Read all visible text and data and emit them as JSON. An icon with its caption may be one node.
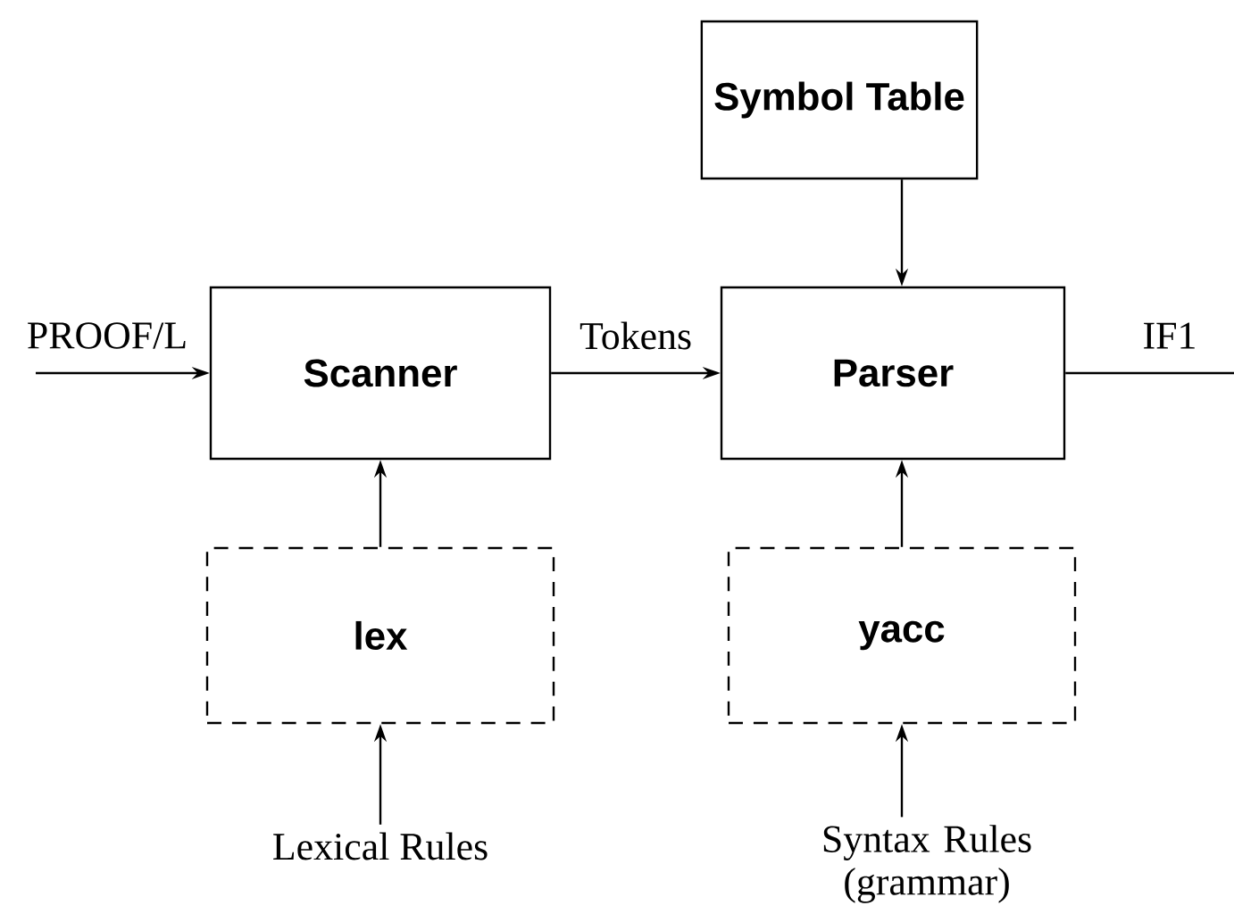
{
  "diagram": {
    "nodes": [
      {
        "text": [
          "Symbol Table"
        ]
      },
      {
        "text": [
          "Scanner"
        ]
      },
      {
        "text": [
          "Parser"
        ]
      },
      {
        "text": [
          "lex"
        ]
      },
      {
        "text": [
          "yacc"
        ]
      },
      {
        "text": [
          "Lexical Rules"
        ]
      },
      {
        "text": [
          "Syntax Rules (grammar)"
        ]
      }
    ],
    "edges": [
      {
        "from": null,
        "to": 1,
        "arrow": "to",
        "label": "PROOF/L"
      },
      {
        "from": 1,
        "to": 2,
        "arrow": "to",
        "label": "Tokens"
      },
      {
        "from": 2,
        "to": null,
        "arrow": "none",
        "label": "IF1"
      },
      {
        "from": 0,
        "to": 2,
        "arrow": "to"
      },
      {
        "from": 3,
        "to": 1,
        "arrow": "to"
      },
      {
        "from": 4,
        "to": 2,
        "arrow": "to"
      },
      {
        "from": 5,
        "to": 3,
        "arrow": "to"
      },
      {
        "from": 6,
        "to": 4,
        "arrow": "to"
      }
    ]
  }
}
